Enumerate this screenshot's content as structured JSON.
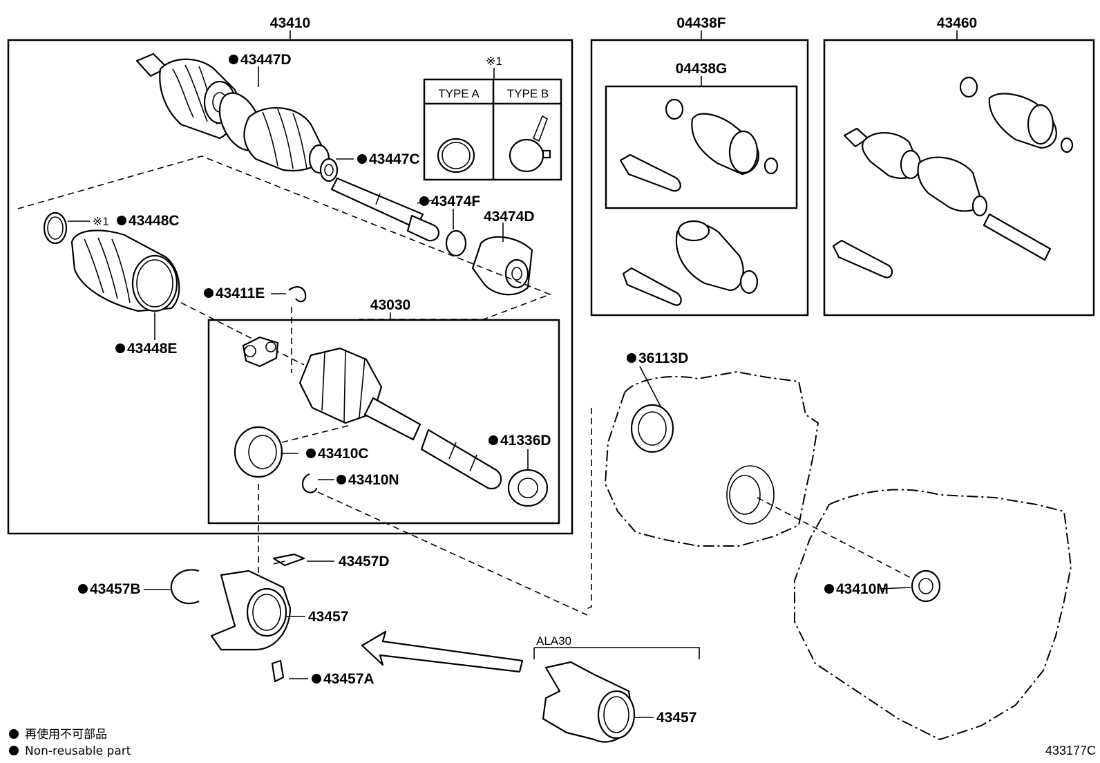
{
  "diagram": {
    "assembly_labels": {
      "drive_shaft_assy": "43410",
      "boot_kit_inboard": "04438F",
      "boot_kit_outboard": "04438G",
      "drive_shaft_rh": "43460",
      "inboard_joint": "43030",
      "bracket_variant": "ALA30"
    },
    "clamp_types": {
      "note_mark": "※1",
      "type_a": "TYPE A",
      "type_b": "TYPE B"
    },
    "part_labels": {
      "p43447D": "43447D",
      "p43447C": "43447C",
      "p43448C": "43448C",
      "p43448C_note": "※1",
      "p43474F": "43474F",
      "p43474D": "43474D",
      "p43411E": "43411E",
      "p43448E": "43448E",
      "p43410C": "43410C",
      "p43410N": "43410N",
      "p41336D": "41336D",
      "p36113D": "36113D",
      "p43457D": "43457D",
      "p43457B": "43457B",
      "p43457": "43457",
      "p43457A": "43457A",
      "p43457_ala30": "43457",
      "p43410M": "43410M"
    },
    "legend": {
      "line_jp": "再使用不可部品",
      "line_en": "Non-reusable part"
    },
    "illustration_code": "433177C"
  }
}
